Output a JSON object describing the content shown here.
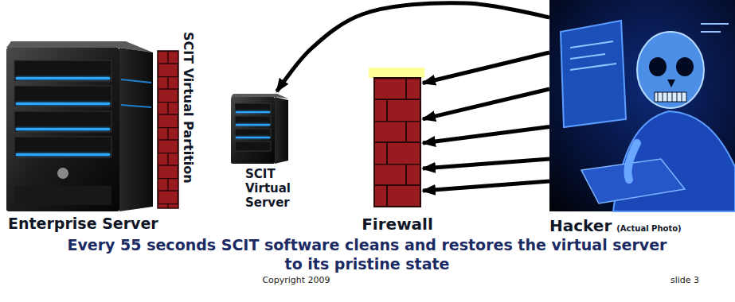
{
  "diagram": {
    "caption": "Every 55 seconds SCIT software cleans and restores the virtual server to its pristine state",
    "nodes": [
      {
        "text": [
          "Enterprise Server"
        ]
      },
      {
        "text": [
          "SCIT Virtual Partition"
        ]
      },
      {
        "text": [
          "SCIT Virtual Server"
        ]
      },
      {
        "text": [
          "Firewall"
        ]
      },
      {
        "text": [
          "Hacker",
          "(Actual Photo)"
        ]
      }
    ],
    "edges": [
      {
        "from": 4,
        "to": 2,
        "arrow": "to"
      },
      {
        "from": 4,
        "to": 3,
        "arrow": "to"
      },
      {
        "from": 4,
        "to": 3,
        "arrow": "to"
      },
      {
        "from": 4,
        "to": 3,
        "arrow": "to"
      },
      {
        "from": 4,
        "to": 3,
        "arrow": "to"
      },
      {
        "from": 4,
        "to": 3,
        "arrow": "to"
      }
    ],
    "labels": [
      "Copyright 2009",
      "slide 3"
    ]
  }
}
